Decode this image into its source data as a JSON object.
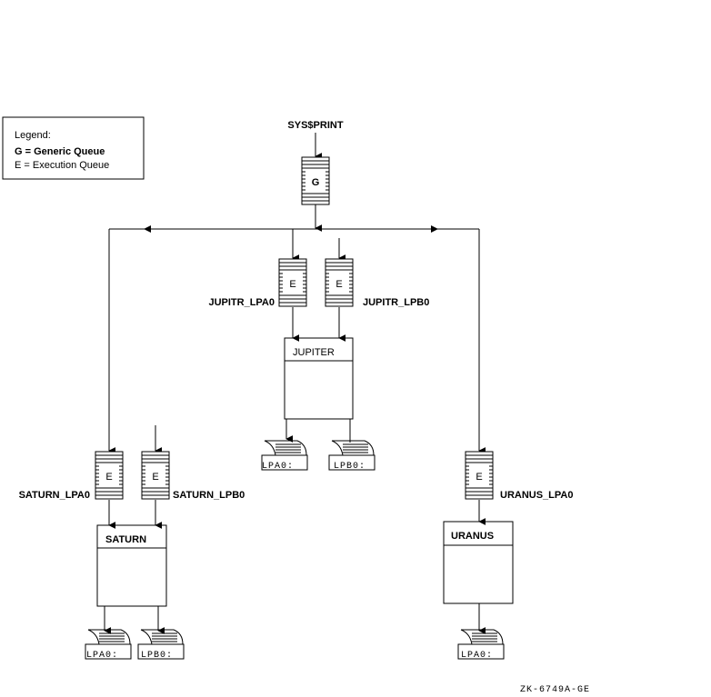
{
  "legend": {
    "title": "Legend:",
    "items": [
      {
        "symbol": "G",
        "text": "G = Generic Queue"
      },
      {
        "symbol": "E",
        "text": "E = Execution Queue"
      }
    ]
  },
  "generic_queue": {
    "name": "SYS$PRINT",
    "symbol": "G"
  },
  "nodes": [
    {
      "name": "JUPITER",
      "queues": [
        {
          "name": "JUPITR_LPA0",
          "symbol": "E",
          "fed_by_generic": true
        },
        {
          "name": "JUPITR_LPB0",
          "symbol": "E",
          "fed_by_generic": false
        }
      ],
      "printers": [
        "LPA0:",
        "LPB0:"
      ]
    },
    {
      "name": "SATURN",
      "queues": [
        {
          "name": "SATURN_LPA0",
          "symbol": "E",
          "fed_by_generic": true
        },
        {
          "name": "SATURN_LPB0",
          "symbol": "E",
          "fed_by_generic": false
        }
      ],
      "printers": [
        "LPA0:",
        "LPB0:"
      ]
    },
    {
      "name": "URANUS",
      "queues": [
        {
          "name": "URANUS_LPA0",
          "symbol": "E",
          "fed_by_generic": true
        }
      ],
      "printers": [
        "LPA0:"
      ]
    }
  ],
  "figure_id": "ZK-6749A-GE"
}
